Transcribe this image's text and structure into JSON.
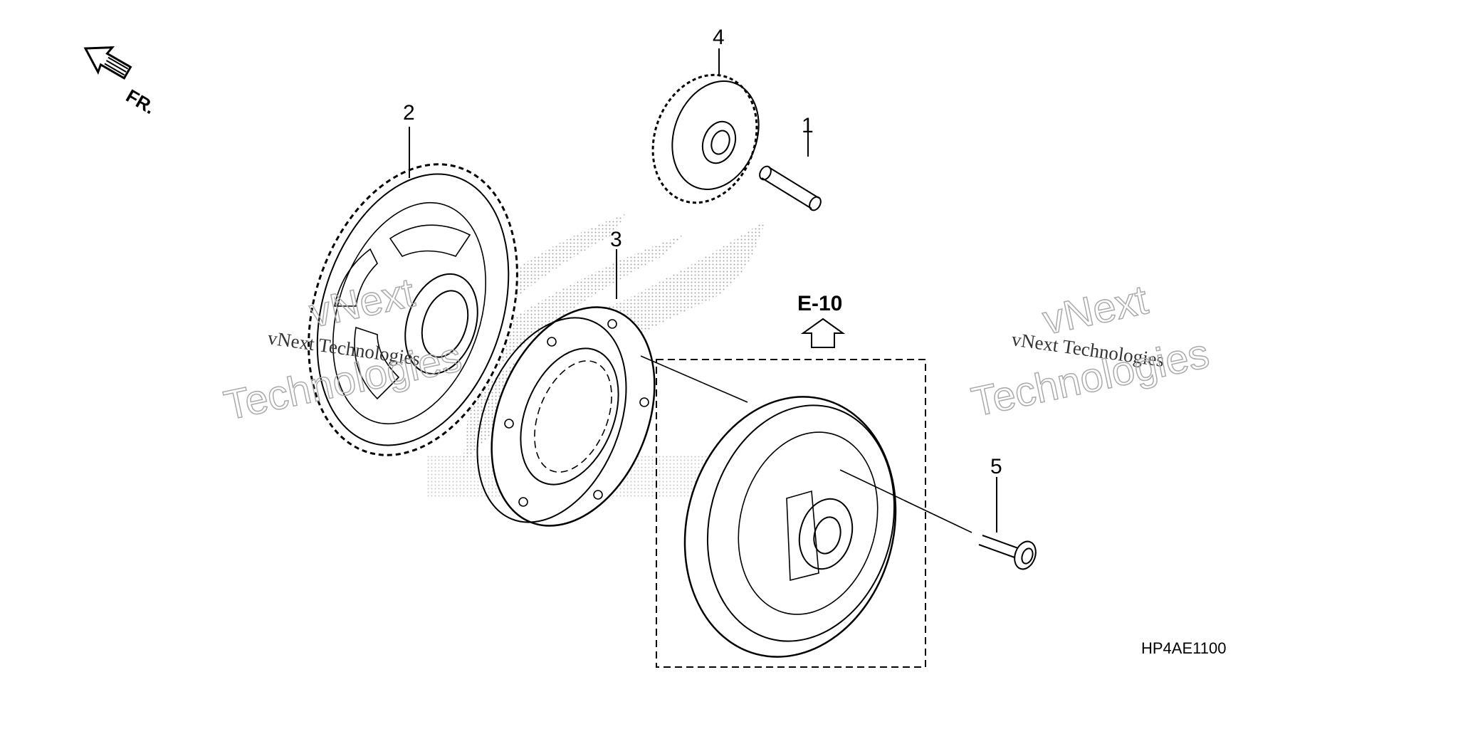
{
  "diagram": {
    "direction_label": "FR.",
    "section_ref": "E-10",
    "figure_code": "HP4AE1100",
    "callouts": {
      "p1": "1",
      "p2": "2",
      "p3": "3",
      "p4": "4",
      "p5": "5"
    },
    "watermarks": [
      "vNext Technologies",
      "vNext",
      "Technologies",
      "vNext Technologies",
      "vNext",
      "Technologies"
    ],
    "ink_color": "#000000",
    "background": "#ffffff"
  }
}
